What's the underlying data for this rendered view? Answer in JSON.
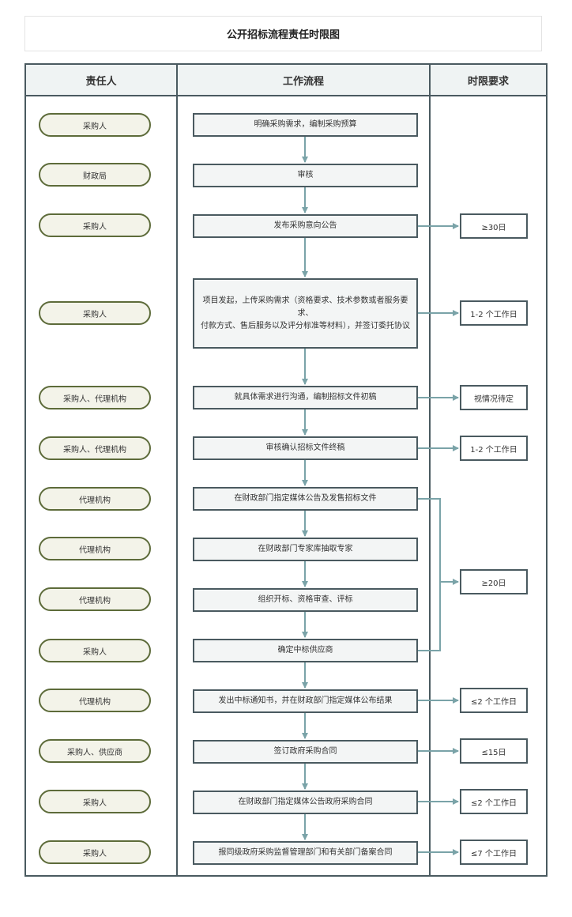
{
  "title": "公开招标流程责任时限图",
  "headers": {
    "responsible": "责任人",
    "process": "工作流程",
    "time_limit": "时限要求"
  },
  "rows": [
    {
      "responsible": "采购人",
      "step": "明确采购需求，编制采购预算"
    },
    {
      "responsible": "财政局",
      "step": "审核"
    },
    {
      "responsible": "采购人",
      "step": "发布采购意向公告"
    },
    {
      "responsible": "采购人",
      "step_line1": "项目发起，上传采购需求（资格要求、技术参数或者服务要求、",
      "step_line2": "付款方式、售后服务以及评分标准等材料），并签订委托协议"
    },
    {
      "responsible": "采购人、代理机构",
      "step": "就具体需求进行沟通，编制招标文件初稿"
    },
    {
      "responsible": "采购人、代理机构",
      "step": "审核确认招标文件终稿"
    },
    {
      "responsible": "代理机构",
      "step": "在财政部门指定媒体公告及发售招标文件"
    },
    {
      "responsible": "代理机构",
      "step": "在财政部门专家库抽取专家"
    },
    {
      "responsible": "代理机构",
      "step": "组织开标、资格审查、评标"
    },
    {
      "responsible": "采购人",
      "step": "确定中标供应商"
    },
    {
      "responsible": "代理机构",
      "step": "发出中标通知书，并在财政部门指定媒体公布结果"
    },
    {
      "responsible": "采购人、供应商",
      "step": "签订政府采购合同"
    },
    {
      "responsible": "采购人",
      "step": "在财政部门指定媒体公告政府采购合同"
    },
    {
      "responsible": "采购人",
      "step": "报同级政府采购监督管理部门和有关部门备案合同"
    }
  ],
  "time_limits": [
    "≥30日",
    "1-2 个工作日",
    "视情况待定",
    "1-2 个工作日",
    "≥20日",
    "≤2 个工作日",
    "≤15日",
    "≤2 个工作日",
    "≤7 个工作日"
  ],
  "colors": {
    "frame": "#4a5a60",
    "arrow": "#7aa3a8",
    "pill_border": "#5d6b3a",
    "pill_fill": "#f3f3e9",
    "header_fill": "#eff3f3"
  }
}
